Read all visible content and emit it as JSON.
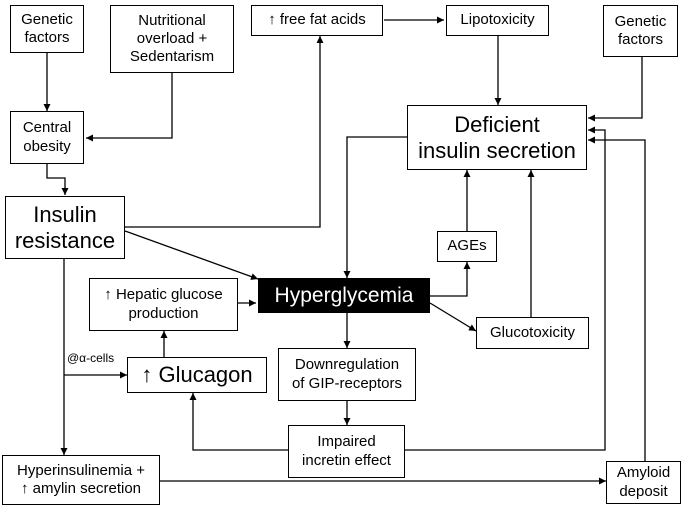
{
  "nodes": {
    "genetic_left": [
      "Genetic",
      "factors"
    ],
    "nutritional": [
      "Nutritional",
      "overload +",
      "Sedentarism"
    ],
    "central_obesity": [
      "Central",
      "obesity"
    ],
    "ffa": [
      "↑ free fat acids"
    ],
    "lipotoxicity": [
      "Lipotoxicity"
    ],
    "genetic_right": [
      "Genetic",
      "factors"
    ],
    "deficient_insulin": [
      "Deficient",
      "insulin secretion"
    ],
    "insulin_resistance": [
      "Insulin",
      "resistance"
    ],
    "ages": [
      "AGEs"
    ],
    "hepatic": [
      "↑ Hepatic glucose",
      "production"
    ],
    "hyperglycemia": [
      "Hyperglycemia"
    ],
    "glucotoxicity": [
      "Glucotoxicity"
    ],
    "glucagon": [
      "↑ Glucagon"
    ],
    "downregulation": [
      "Downregulation",
      "of GIP-receptors"
    ],
    "impaired_incretin": [
      "Impaired",
      "incretin effect"
    ],
    "hyperinsulinemia": [
      "Hyperinsulinemia +",
      "↑ amylin secretion"
    ],
    "amyloid": [
      "Amyloid",
      "deposit"
    ]
  },
  "edge_labels": {
    "alpha_cells": "@α-cells"
  }
}
